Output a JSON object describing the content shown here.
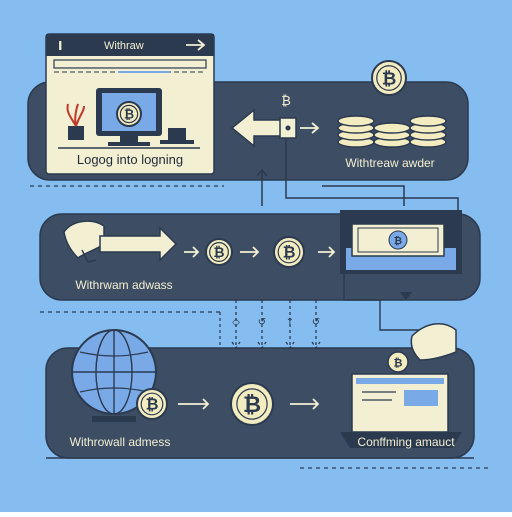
{
  "colors": {
    "background": "#85bdf0",
    "band": "#3d4d63",
    "band_stroke": "#2b3a4f",
    "panel": "#f3efd2",
    "panel_stroke": "#2b3a4f",
    "coin": "#f3ecc0",
    "coin_symbol": "#2b3a4f",
    "accent_blue": "#7aa9e8",
    "dark": "#2b3a4f"
  },
  "icons": {
    "bitcoin_symbol": "₿"
  },
  "labels": {
    "window_title": "Withraw",
    "login": "Logog  into logning",
    "withdraw_amount": "Withtreaw awder",
    "withdraw_address": "Withrwam adwass",
    "withdrawal_address": "Withrowall admess",
    "confirm_amount": "Conffming amauct"
  },
  "step_symbols": [
    "◇",
    "↺",
    "↑",
    "↺"
  ]
}
